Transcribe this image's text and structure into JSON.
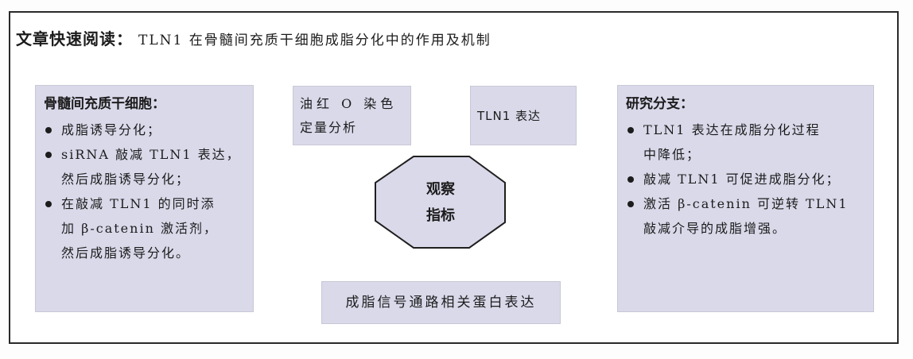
{
  "title": {
    "label": "文章快速阅读",
    "colon": "：",
    "text": "TLN1 在骨髓间充质干细胞成脂分化中的作用及机制"
  },
  "left_box": {
    "heading": "骨髓间充质干细胞：",
    "items": [
      "成脂诱导分化；",
      "siRNA 敲减 TLN1 表达，然后成脂诱导分化；",
      "在敲减 TLN1 的同时添加 β-catenin 激活剂，然后成脂诱导分化。"
    ],
    "lines": [
      [
        "成脂诱导分化；"
      ],
      [
        "siRNA 敲减 TLN1 表达，",
        "然后成脂诱导分化；"
      ],
      [
        "在敲减 TLN1 的同时添",
        "加 β-catenin 激活剂，",
        "然后成脂诱导分化。"
      ]
    ]
  },
  "center": {
    "oil_red": {
      "line1": "油红 O 染色",
      "line2": "定量分析"
    },
    "tln1_expr": "TLN1 表达",
    "octagon": {
      "line1": "观察",
      "line2": "指标"
    },
    "bottom": "成脂信号通路相关蛋白表达"
  },
  "right_box": {
    "heading": "研究分支：",
    "items": [
      "TLN1 表达在成脂分化过程中降低；",
      "敲减 TLN1 可促进成脂分化；",
      "激活 β-catenin 可逆转 TLN1 敲减介导的成脂增强。"
    ],
    "lines": [
      [
        "TLN1 表达在成脂分化过程",
        "中降低；"
      ],
      [
        "敲减 TLN1 可促进成脂分化；"
      ],
      [
        "激活 β-catenin 可逆转 TLN1",
        "敲减介导的成脂增强。"
      ]
    ]
  },
  "colors": {
    "box_fill": "#d9d9ea",
    "border": "#2a2a2a",
    "text": "#1c1c1c"
  }
}
